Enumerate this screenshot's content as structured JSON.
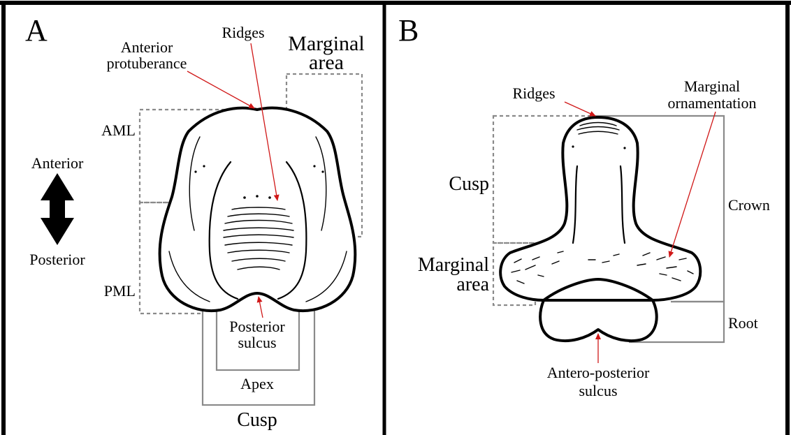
{
  "panel_a": {
    "letter": "A",
    "ridges": "Ridges",
    "marginal_area_1": "Marginal",
    "marginal_area_2": "area",
    "anterior_protuberance_1": "Anterior",
    "anterior_protuberance_2": "protuberance",
    "aml": "AML",
    "pml": "PML",
    "anterior": "Anterior",
    "posterior": "Posterior",
    "posterior_sulcus_1": "Posterior",
    "posterior_sulcus_2": "sulcus",
    "apex": "Apex",
    "cusp": "Cusp"
  },
  "panel_b": {
    "letter": "B",
    "ridges": "Ridges",
    "marginal_ornamentation_1": "Marginal",
    "marginal_ornamentation_2": "ornamentation",
    "cusp": "Cusp",
    "crown": "Crown",
    "marginal_area_1": "Marginal",
    "marginal_area_2": "area",
    "root": "Root",
    "antero_posterior_sulcus_1": "Antero-posterior",
    "antero_posterior_sulcus_2": "sulcus"
  },
  "colors": {
    "frame": "#000000",
    "annotation_arrow": "#d01818",
    "bracket_box": "#8a8a8a"
  }
}
